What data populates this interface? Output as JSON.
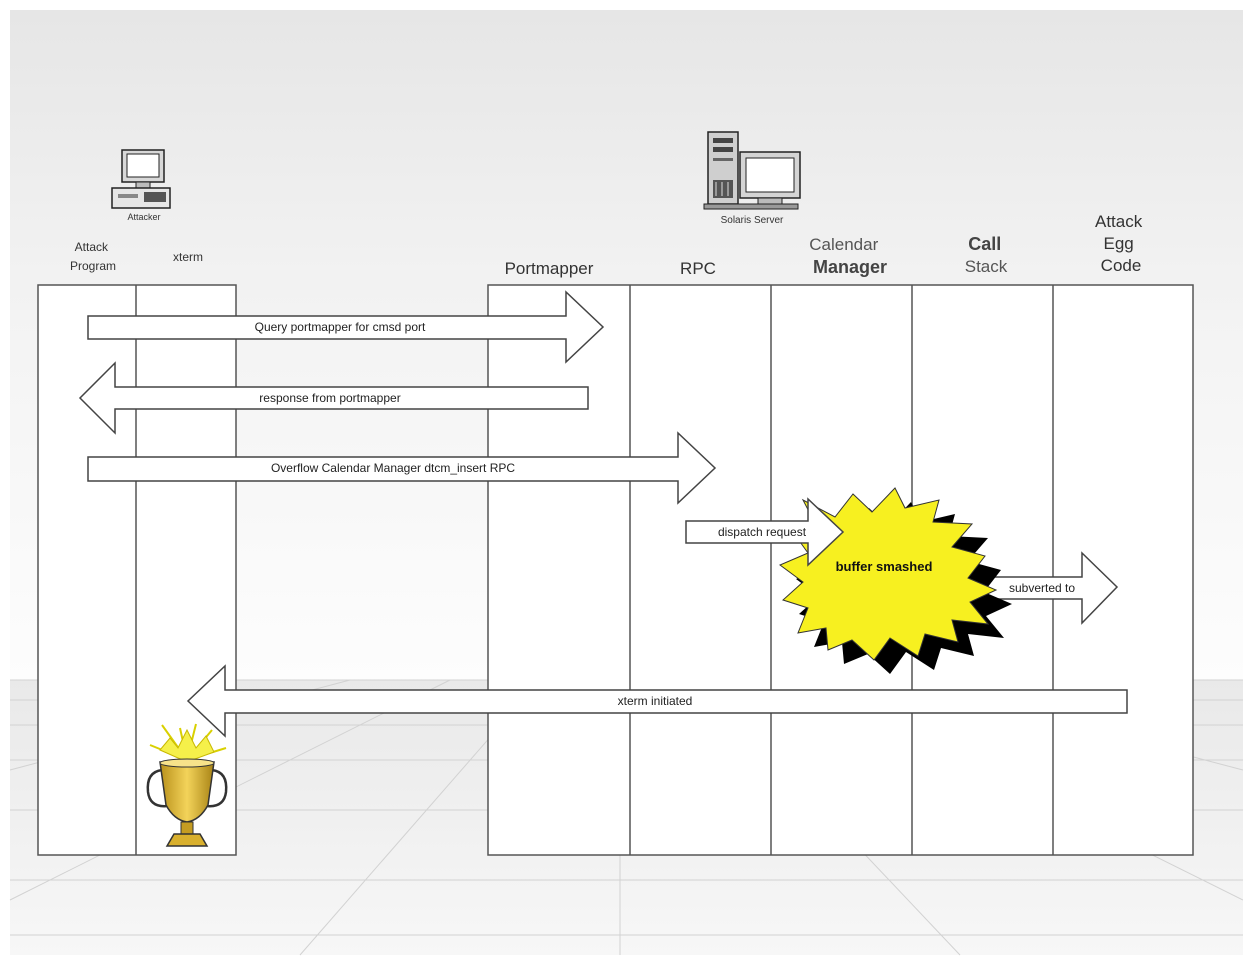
{
  "hosts": {
    "attacker": "Attacker",
    "server": "Solaris Server"
  },
  "columns": {
    "attack_program": [
      "Attack",
      "Program"
    ],
    "xterm": "xterm",
    "portmapper": "Portmapper",
    "rpc": "RPC",
    "calendar_manager": [
      "Calendar",
      "Manager"
    ],
    "call_stack": [
      "Call",
      "Stack"
    ],
    "attack_egg_code": [
      "Attack",
      "Egg",
      "Code"
    ]
  },
  "messages": {
    "query": "Query portmapper for cmsd port",
    "response": "response from portmapper",
    "overflow": "Overflow Calendar Manager dtcm_insert RPC",
    "dispatch": "dispatch request",
    "buffer": "buffer smashed",
    "subverted": "subverted to",
    "xterm_initiated": "xterm initiated"
  },
  "icons": {
    "attacker": "desktop-computer-icon",
    "server": "server-tower-with-monitor-icon",
    "trophy": "trophy-icon"
  },
  "colors": {
    "explosion": "#f7f020",
    "trophy": "#e8c23a",
    "line": "#555555"
  }
}
